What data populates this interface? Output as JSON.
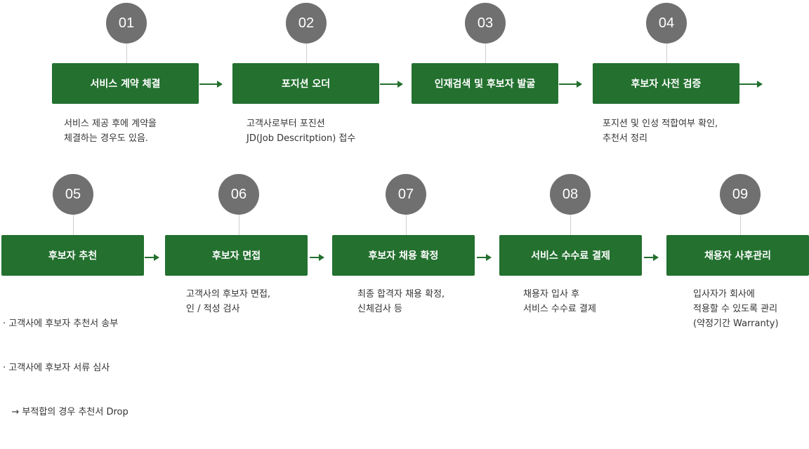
{
  "steps": [
    {
      "num": "01",
      "title": "서비스 계약 체결",
      "desc": [
        "서비스 제공 후에 계약을",
        "체결하는 경우도 있음."
      ]
    },
    {
      "num": "02",
      "title": "포지션 오더",
      "desc": [
        "고객사로부터 포진션",
        "JD(Job Descritption) 접수"
      ]
    },
    {
      "num": "03",
      "title": "인재검색 및 후보자 발굴",
      "desc": []
    },
    {
      "num": "04",
      "title": "후보자 사전 검증",
      "desc": [
        "포지션 및 인성 적합여부 확인,",
        "추천서 정리"
      ]
    },
    {
      "num": "05",
      "title": "후보자 추천",
      "desc": [
        "· 고객사에 후보자 추천서 송부",
        "· 고객사에 후보자 서류 심사",
        "   → 부적합의 경우 추천서 Drop"
      ]
    },
    {
      "num": "06",
      "title": "후보자 면접",
      "desc": [
        "고객사의 후보자 면접,",
        "인 / 적성 검사"
      ]
    },
    {
      "num": "07",
      "title": "후보자 채용 확정",
      "desc": [
        "최종 합격자 채용 확정,",
        "신체검사 등"
      ]
    },
    {
      "num": "08",
      "title": "서비스 수수료 결제",
      "desc": [
        "채용자 입사 후",
        "서비스 수수료 결제"
      ]
    },
    {
      "num": "09",
      "title": "채용자 사후관리",
      "desc": [
        "입사자가 회사에",
        "적용할 수 있도록 관리",
        "(약정기간 Warranty)"
      ]
    }
  ],
  "colors": {
    "box": "#23702f",
    "circle": "#707070",
    "arrow": "#23702f"
  }
}
